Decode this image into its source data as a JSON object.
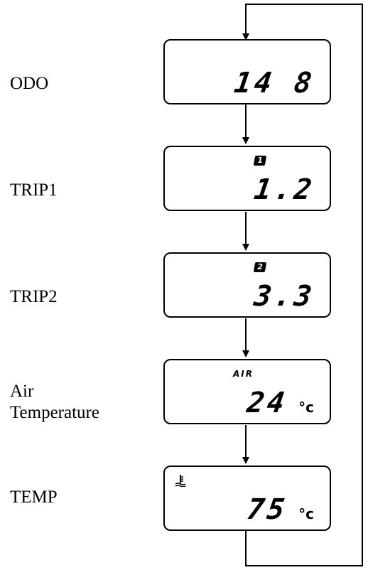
{
  "steps": [
    {
      "label": "ODO",
      "value": "14 8",
      "unit": "",
      "indicator": ""
    },
    {
      "label": "TRIP1",
      "value": "1.2",
      "unit": "",
      "indicator": "trip-1-badge"
    },
    {
      "label": "TRIP2",
      "value": "3.3",
      "unit": "",
      "indicator": "trip-2-badge"
    },
    {
      "label_line1": "Air",
      "label_line2": "Temperature",
      "caption": "AIR",
      "value": "24",
      "unit": "°c"
    },
    {
      "label": "TEMP",
      "value": "75",
      "unit": "°c",
      "indicator": "coolant-temperature-icon"
    }
  ],
  "flow": {
    "direction": "top-to-bottom",
    "loop": "last display returns to first display"
  }
}
